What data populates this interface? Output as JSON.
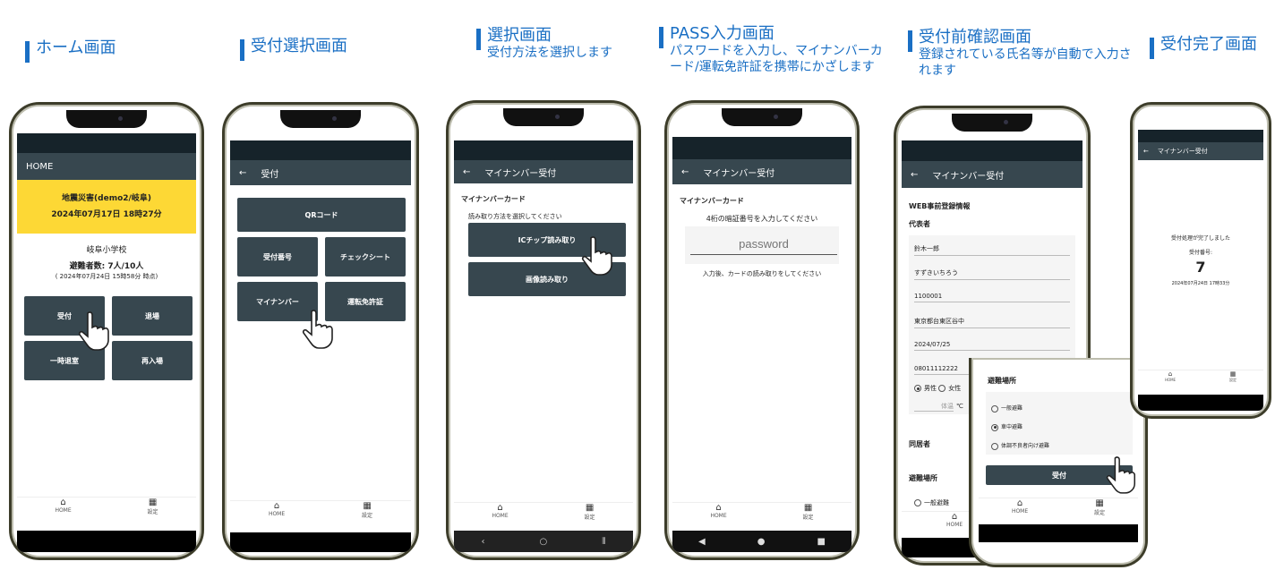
{
  "titles": [
    {
      "main": "ホーム画面"
    },
    {
      "main": "受付選択画面"
    },
    {
      "main": "選択画面",
      "sub": "受付方法を選択します"
    },
    {
      "main": "PASS入力画面",
      "sub": "パスワードを入力し、マイナンバーカード/運転免許証を携帯にかざします"
    },
    {
      "main": "受付前確認画面",
      "sub": "登録されている氏名等が自動で入力されます"
    },
    {
      "main": "受付完了画面"
    }
  ],
  "nav": {
    "home": "HOME",
    "settings": "設定",
    "home_icon": "home-icon",
    "settings_icon": "qr-grid-icon"
  },
  "home": {
    "header": "HOME",
    "disaster": "地震災害(demo2/岐阜)",
    "datetime": "2024年07月17日 18時27分",
    "shelter": "岐阜小学校",
    "evacuees": "避難者数: 7人/10人",
    "as_of": "( 2024年07月24日 15時58分 時点)",
    "buttons": [
      "受付",
      "退場",
      "一時退室",
      "再入場"
    ],
    "banner_color": "#fdd835"
  },
  "select": {
    "header": "受付",
    "buttons": [
      "QRコード",
      "受付番号",
      "チェックシート",
      "マイナンバー",
      "運転免許証"
    ]
  },
  "mynumber": {
    "header": "マイナンバー受付",
    "section": "マイナンバーカード",
    "prompt": "読み取り方法を選択してください",
    "buttons": [
      "ICチップ読み取り",
      "画像読み取り"
    ]
  },
  "pass": {
    "header": "マイナンバー受付",
    "section": "マイナンバーカード",
    "prompt": "4桁の暗証番号を入力してください",
    "placeholder": "password",
    "note": "入力後、カードの読み取りをしてください"
  },
  "confirm": {
    "header": "マイナンバー受付",
    "section": "WEB事前登録情報",
    "rep": "代表者",
    "fields": [
      "鈴木一郎",
      "すずきいちろう",
      "1100001",
      "東京都台東区谷中",
      "2024/07/25",
      "08011112222"
    ],
    "male": "男性",
    "female": "女性",
    "temp_placeholder": "体温",
    "temp_unit": "℃",
    "cohabitant": "同居者",
    "place": "避難場所",
    "place_option": "一般避難"
  },
  "popup": {
    "title": "避難場所",
    "options": [
      "一般避難",
      "車中避難",
      "体調不良者向け避難"
    ],
    "selected": 1,
    "submit": "受付"
  },
  "done": {
    "header": "マイナンバー受付",
    "message": "受付処理が完了しました",
    "number_label": "受付番号:",
    "number": "7",
    "datetime": "2024年07月24日 17時33分"
  }
}
